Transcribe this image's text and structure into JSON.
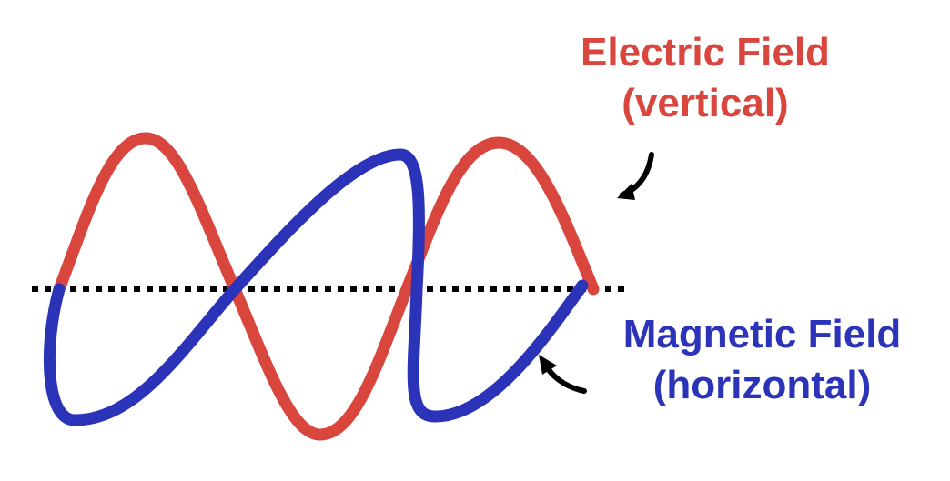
{
  "diagram": {
    "electric_field": {
      "title": "Electric Field",
      "subtitle": "(vertical)",
      "color": "#d9463d"
    },
    "magnetic_field": {
      "title": "Magnetic Field",
      "subtitle": "(horizontal)",
      "color": "#2b33b8"
    },
    "axis_color": "#000000",
    "arrow_color": "#000000"
  }
}
